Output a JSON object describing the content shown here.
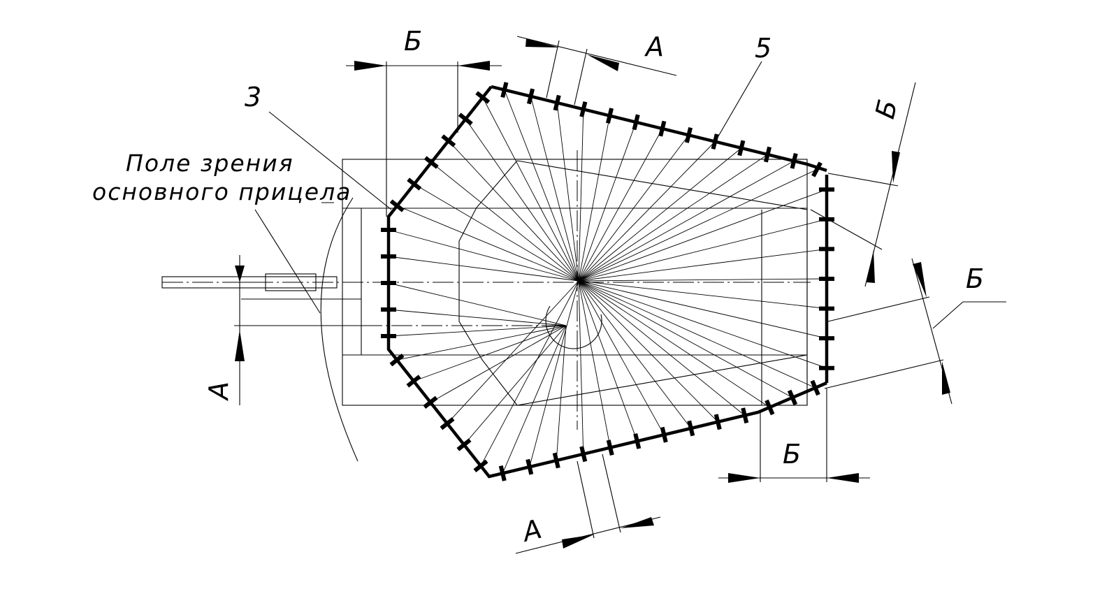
{
  "diagram": {
    "field_of_view_label": [
      "Поле зрения",
      "основного прицела"
    ],
    "item_labels": {
      "item_3": "3",
      "item_5": "5"
    },
    "section_labels": {
      "a": "А",
      "b": "Б"
    }
  }
}
